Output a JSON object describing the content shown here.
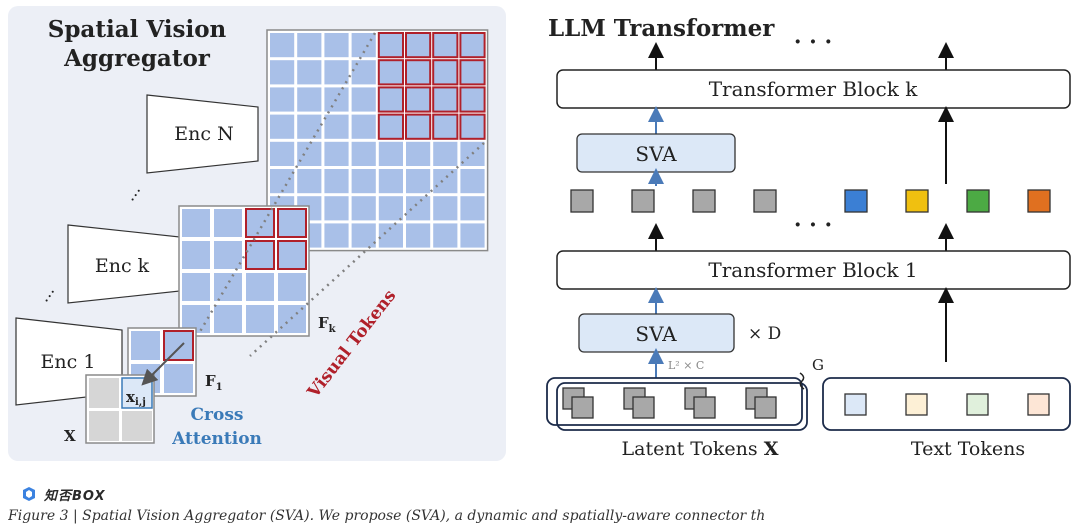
{
  "left_panel": {
    "title_line1": "Spatial Vision",
    "title_line2": "Aggregator",
    "encoders": [
      "Enc N",
      "Enc k",
      "Enc 1"
    ],
    "dots": "…",
    "input_label": "X",
    "query_label": "x",
    "query_subscript": "i,j",
    "f1_label": "F",
    "f1_sub": "1",
    "fk_label": "F",
    "fk_sub": "k",
    "cross_attention_line1": "Cross",
    "cross_attention_line2": "Attention",
    "visual_tokens": "Visual Tokens"
  },
  "right_panel": {
    "title": "LLM Transformer",
    "top_dots": "· · ·",
    "mid_dots": "· · ·",
    "block_k": "Transformer Block k",
    "block_1": "Transformer Block 1",
    "sva_top": "SVA",
    "sva_bottom": "SVA",
    "times_d": "× D",
    "l2c": "L² × C",
    "g_label": "G",
    "latent_label": "Latent Tokens ",
    "latent_x": "X",
    "text_label": "Text Tokens"
  },
  "colors": {
    "panel_bg": "#eceff6",
    "grid_cell": "#a9c0e8",
    "red_outline": "#b0202a",
    "sva_fill": "#dce8f7",
    "arrow_blue": "#4a7ab8",
    "token_gray": "#a8a8a8",
    "token_blue": "#3b7fd4",
    "token_yellow": "#f0c010",
    "token_green": "#4caa44",
    "token_orange": "#e07020",
    "text_token_blue": "#dce8f7",
    "text_token_yellow": "#fdf0d6",
    "text_token_green": "#e0f0dc",
    "text_token_orange": "#fde6d6",
    "cross_attention": "#3a7ab8",
    "visual_tokens": "#b0202a"
  },
  "watermark": {
    "text": "知否BOX",
    "icon": "logo-icon"
  },
  "caption": "Figure 3 | Spatial Vision Aggregator (SVA). We propose (SVA), a dynamic and spatially-aware connector th"
}
